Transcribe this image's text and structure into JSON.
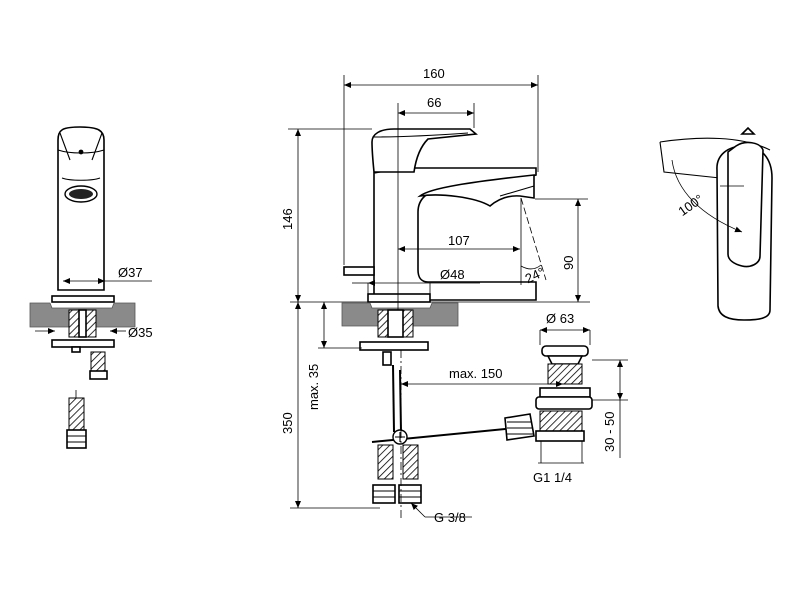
{
  "dimensions": {
    "d160": "160",
    "d66": "66",
    "d146": "146",
    "d107": "107",
    "d90": "90",
    "angle24": "24°",
    "dia48": "Ø48",
    "dia37": "Ø37",
    "dia35": "Ø35",
    "dia63": "Ø 63",
    "max35": "max. 35",
    "max150": "max. 150",
    "d350": "350",
    "range3050": "30 - 50",
    "g114": "G1 1/4",
    "g38": "G 3/8",
    "angle100": "100°"
  }
}
